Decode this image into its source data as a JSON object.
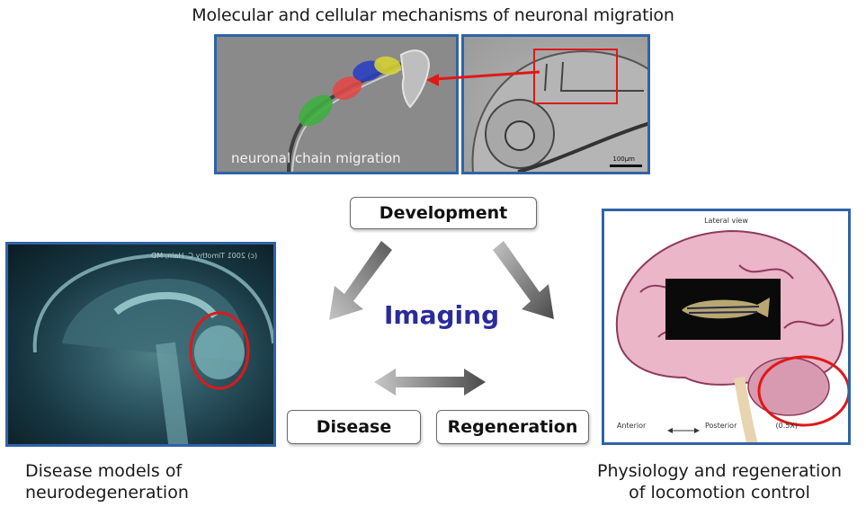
{
  "title": "Molecular and cellular mechanisms of neuronal migration",
  "panels": {
    "neuron": {
      "caption": "neuronal chain migration",
      "cell_colors": [
        "#3fae3f",
        "#e04848",
        "#2a3fc0",
        "#d4d035"
      ]
    },
    "embryo": {
      "scale_label": "100µm"
    },
    "mri": {
      "copyright": "(c) 2001 Timothy C. Hain, MD"
    },
    "brain": {
      "view_label": "Lateral view",
      "anterior_label": "Anterior",
      "posterior_label": "Posterior",
      "scale_note": "(0.5X)"
    }
  },
  "nodes": {
    "development": "Development",
    "disease": "Disease",
    "regeneration": "Regeneration",
    "center": "Imaging"
  },
  "captions": {
    "left_line1": "Disease models of",
    "left_line2": "neurodegeneration",
    "right_line1": "Physiology and regeneration",
    "right_line2": "of locomotion control"
  },
  "colors": {
    "panel_border": "#2f63a8",
    "highlight_red": "#e01818",
    "imaging_text": "#2b2b9c"
  }
}
